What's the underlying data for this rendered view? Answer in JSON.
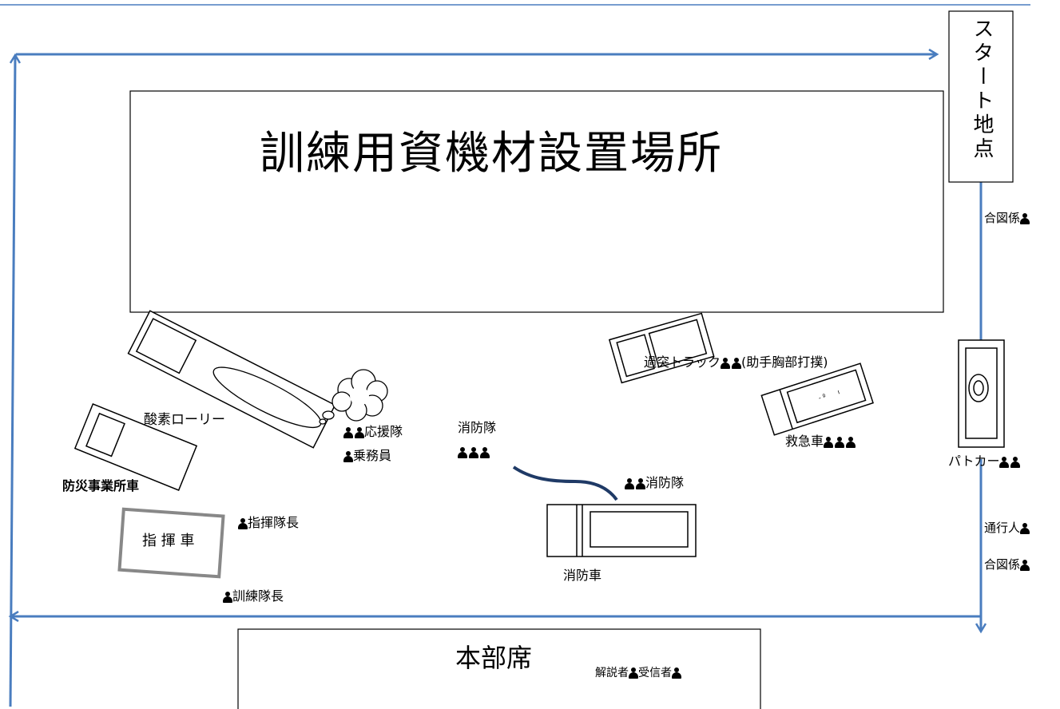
{
  "labels": {
    "training_area": "訓練用資機材設置場所",
    "start_point": "スタート地点",
    "signal_staff_top": "合図係",
    "signal_staff_bottom": "合図係",
    "passerby": "通行人",
    "oxygen_lorry": "酸素ローリー",
    "support_team": "応援隊",
    "crew": "乗務員",
    "fire_team_left": "消防隊",
    "fire_team_right": "消防隊",
    "collision_truck": "過突トラック",
    "collision_note": "(助手胸部打撲)",
    "ambulance": "救急車",
    "patrol_car": "パトカー",
    "disaster_vehicle": "防災事業所車",
    "command_car": "指 揮 車",
    "commander": "指揮隊長",
    "training_leader": "訓練隊長",
    "fire_engine": "消防車",
    "headquarters": "本部席",
    "commentator": "解説者",
    "receiver": "受信者"
  },
  "colors": {
    "route_line": "#4a7dbf",
    "hose": "#1f3a66",
    "command_car_border": "#888888"
  }
}
